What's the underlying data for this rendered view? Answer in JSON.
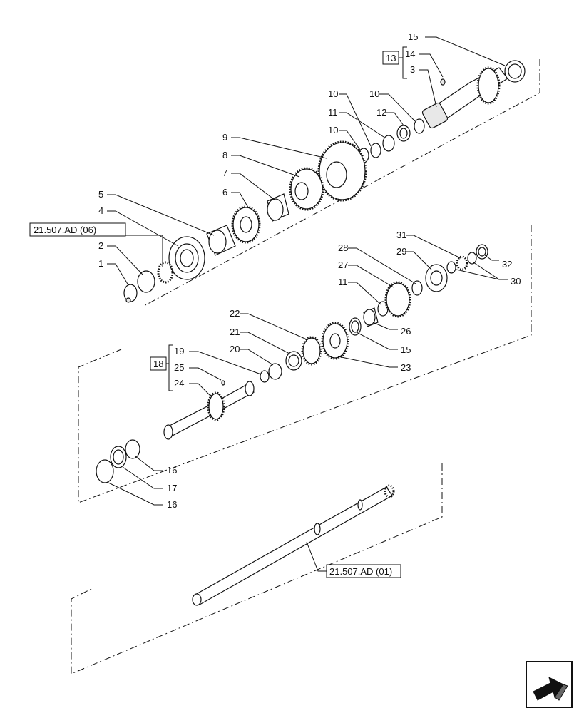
{
  "callouts": {
    "c1": "1",
    "c2": "2",
    "c3": "3",
    "c4": "4",
    "c5": "5",
    "c6": "6",
    "c7": "7",
    "c8": "8",
    "c9": "9",
    "c10a": "10",
    "c10b": "10",
    "c10c": "10",
    "c11a": "11",
    "c11b": "11",
    "c12": "12",
    "c13": "13",
    "c14": "14",
    "c15a": "15",
    "c15b": "15",
    "c16a": "16",
    "c16b": "16",
    "c17": "17",
    "c18": "18",
    "c19": "19",
    "c20": "20",
    "c21": "21",
    "c22": "22",
    "c23": "23",
    "c24": "24",
    "c25": "25",
    "c26": "26",
    "c27": "27",
    "c28": "28",
    "c29": "29",
    "c30": "30",
    "c31": "31",
    "c32": "32"
  },
  "refs": {
    "ref_top": "21.507.AD (06)",
    "ref_bottom": "21.507.AD (01)"
  },
  "icons": {
    "nav": "next-page-arrow-icon"
  }
}
